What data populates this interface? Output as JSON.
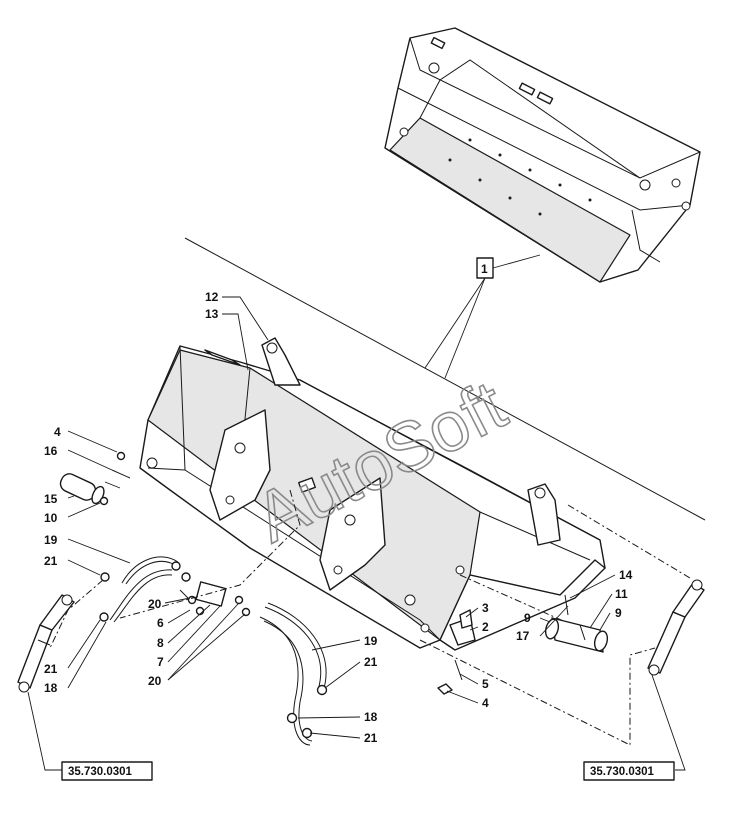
{
  "callouts": {
    "c1": "1",
    "c12": "12",
    "c13": "13",
    "c4a": "4",
    "c16": "16",
    "c15": "15",
    "c10": "10",
    "c19a": "19",
    "c21a": "21",
    "c20a": "20",
    "c6": "6",
    "c8": "8",
    "c7": "7",
    "c20b": "20",
    "c21b": "21",
    "c18a": "18",
    "c19b": "19",
    "c21c": "21",
    "c18b": "18",
    "c21d": "21",
    "c3": "3",
    "c2": "2",
    "c5": "5",
    "c4b": "4",
    "c14": "14",
    "c11": "11",
    "c9a": "9",
    "c9b": "9",
    "c17": "17"
  },
  "references": {
    "left": "35.730.0301",
    "right": "35.730.0301"
  },
  "watermark": "AutoSoft"
}
